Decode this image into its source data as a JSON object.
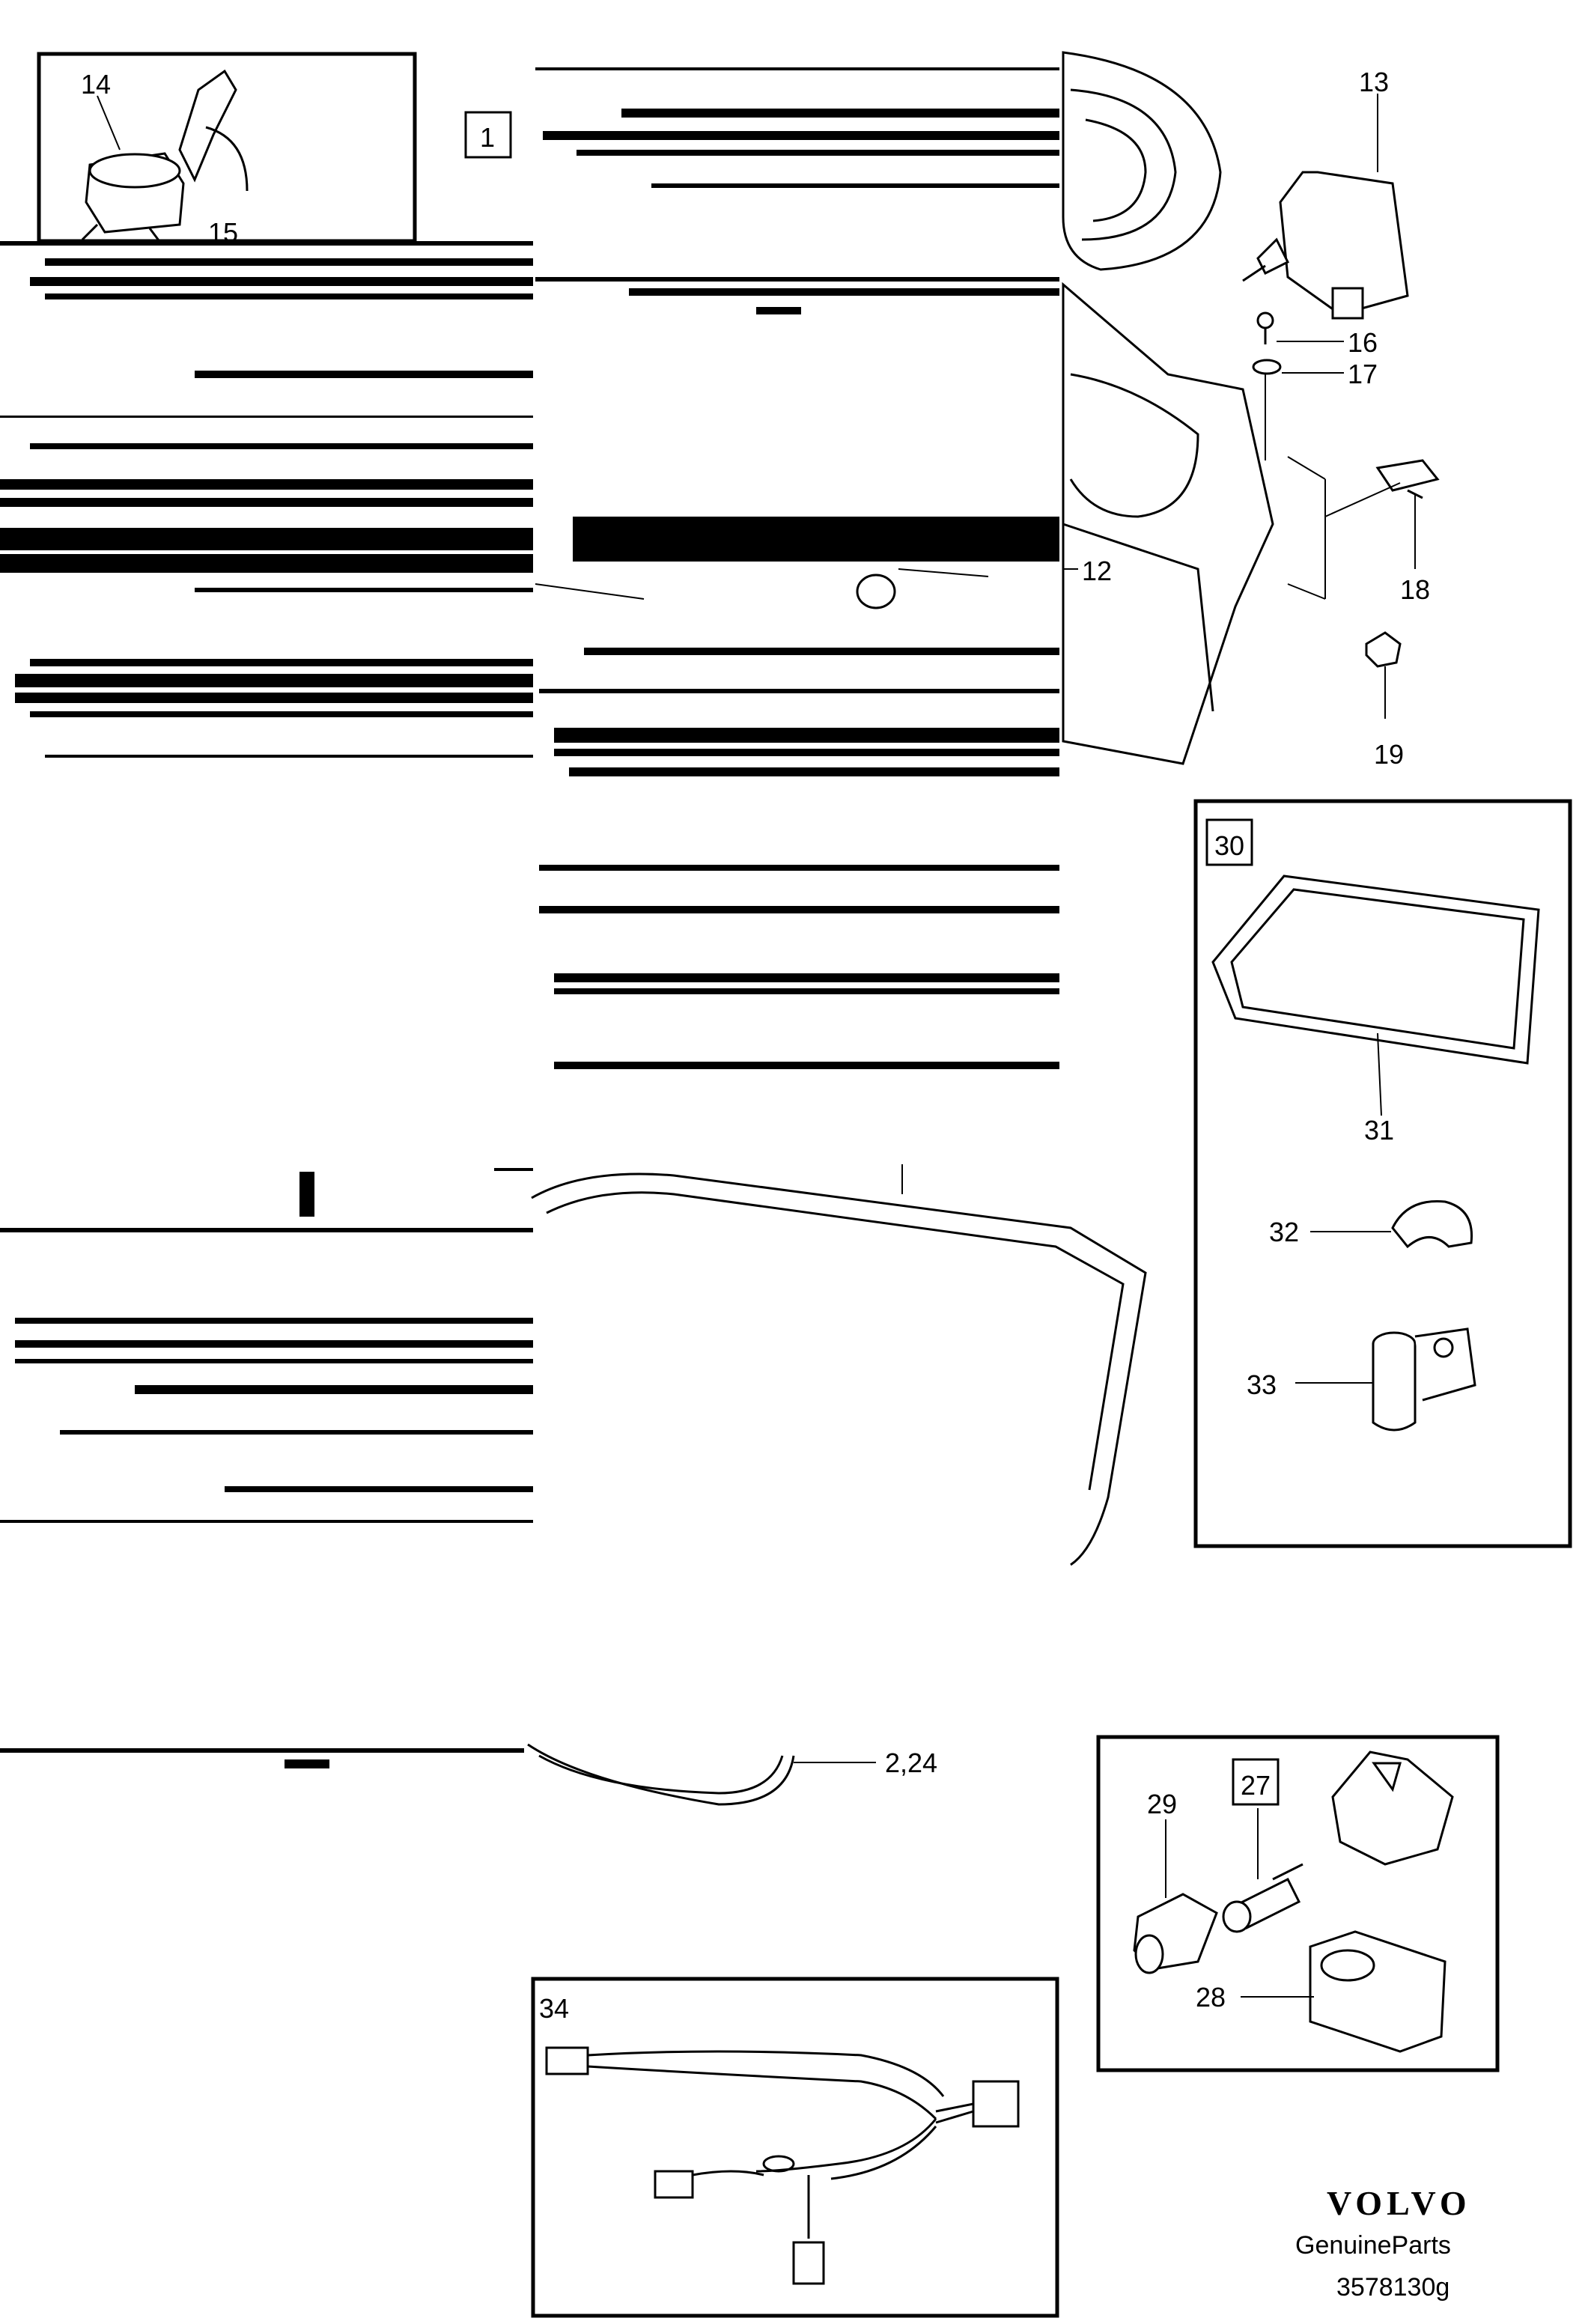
{
  "callouts": {
    "c1": "1",
    "c2_24": "2,24",
    "c12": "12",
    "c13": "13",
    "c14": "14",
    "c15": "15",
    "c16": "16",
    "c17": "17",
    "c18": "18",
    "c19": "19",
    "c27": "27",
    "c28": "28",
    "c29": "29",
    "c30": "30",
    "c31": "31",
    "c32": "32",
    "c33": "33",
    "c34": "34"
  },
  "footer": {
    "brand": "VOLVO",
    "subtitle": "GenuineParts",
    "diagram_number": "3578130g"
  },
  "colors": {
    "line": "#000000",
    "background": "#ffffff"
  }
}
